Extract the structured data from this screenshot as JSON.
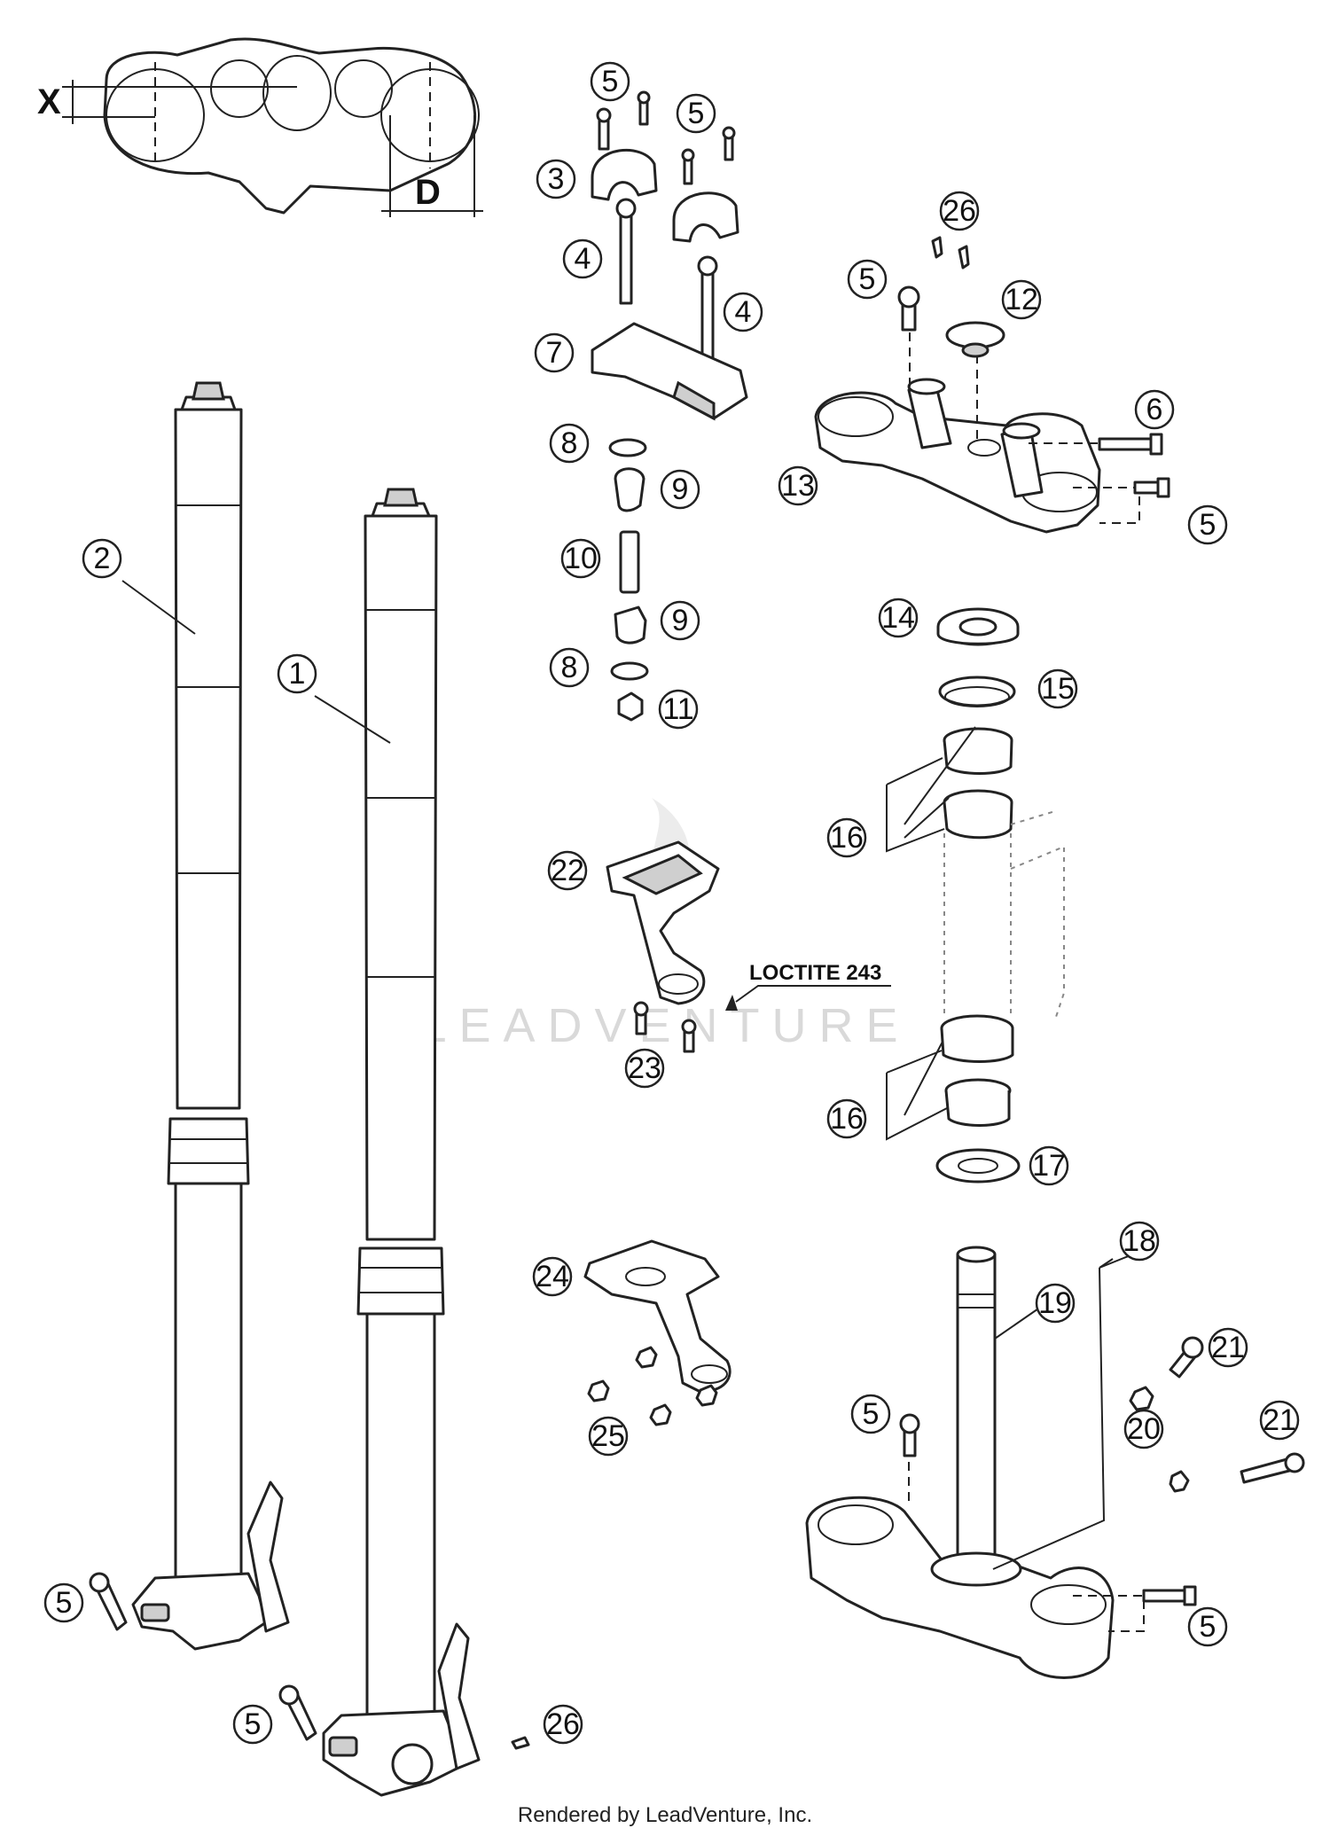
{
  "diagram": {
    "dimension_labels": {
      "x": "X",
      "d": "D"
    },
    "note": "LOCTITE 243",
    "watermark": "LEADVENTURE",
    "footer": "Rendered by LeadVenture, Inc.",
    "callouts": [
      "1",
      "2",
      "3",
      "4",
      "5",
      "6",
      "7",
      "8",
      "9",
      "10",
      "11",
      "12",
      "13",
      "14",
      "15",
      "16",
      "17",
      "18",
      "19",
      "20",
      "21",
      "22",
      "23",
      "24",
      "25",
      "26"
    ]
  }
}
